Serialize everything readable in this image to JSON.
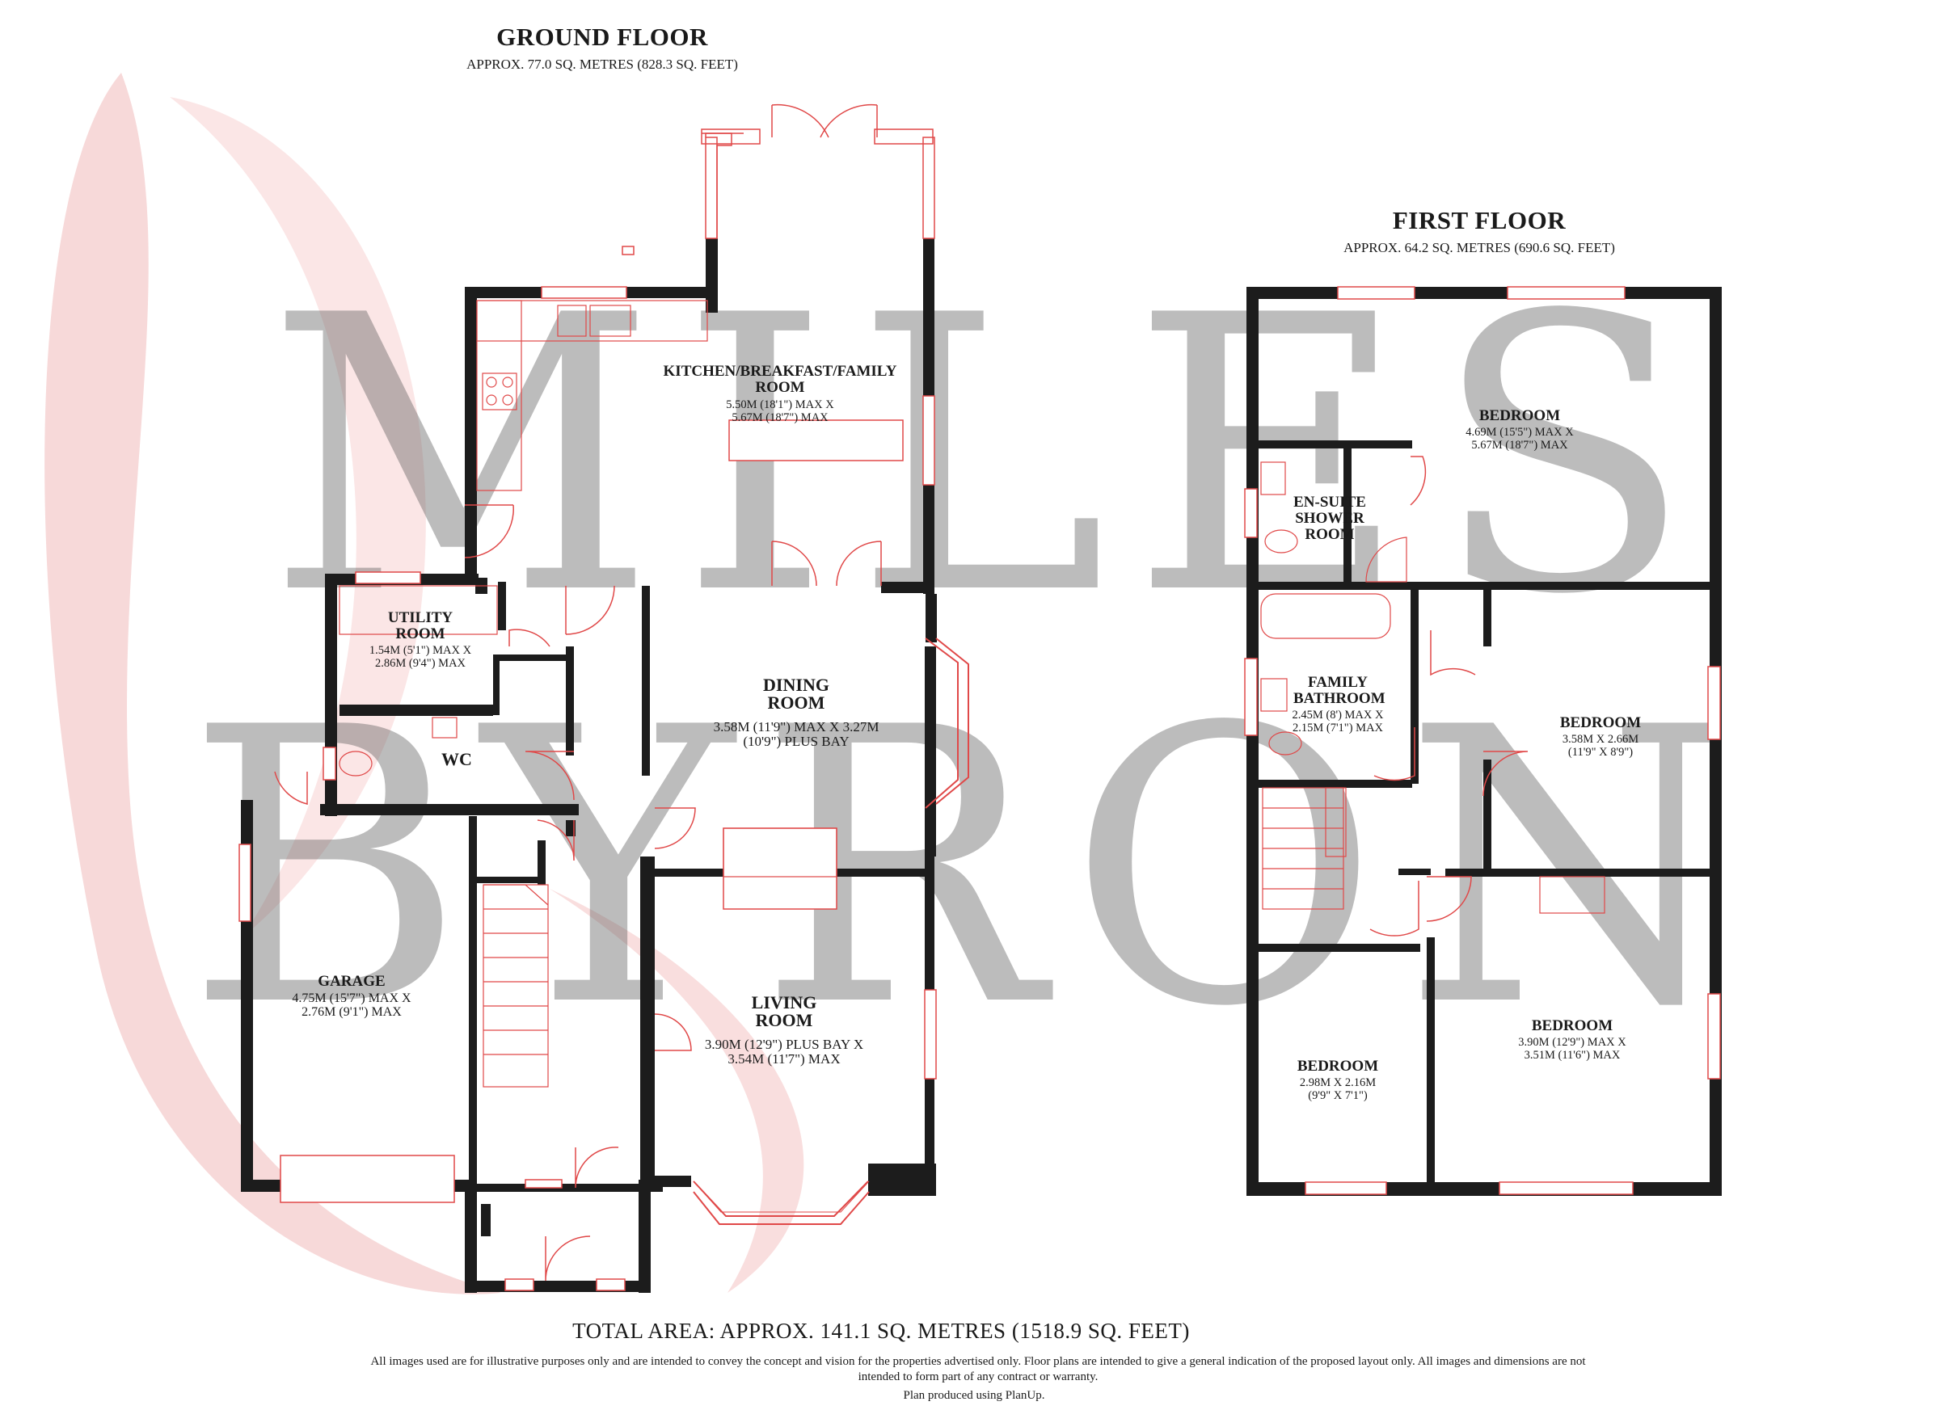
{
  "watermark": {
    "line1": "MILES",
    "line2": "BYRON",
    "accent_color": "#e22b2b",
    "gray_color": "#5f5f5f"
  },
  "ground_floor": {
    "title": "GROUND FLOOR",
    "area": "APPROX. 77.0 SQ. METRES (828.3 SQ. FEET)",
    "rooms": {
      "kitchen": {
        "name": "KITCHEN/BREAKFAST/FAMILY ROOM",
        "dims": "5.50M (18'1\") MAX X 5.67M (18'7\") MAX"
      },
      "utility": {
        "name": "UTILITY ROOM",
        "dims": "1.54M (5'1\") MAX X 2.86M (9'4\") MAX"
      },
      "wc": {
        "name": "WC"
      },
      "dining": {
        "name": "DINING ROOM",
        "dims": "3.58M (11'9\") MAX X 3.27M (10'9\") PLUS BAY"
      },
      "garage": {
        "name": "GARAGE",
        "dims": "4.75M (15'7\") MAX X 2.76M (9'1\") MAX"
      },
      "living": {
        "name": "LIVING ROOM",
        "dims": "3.90M (12'9\") PLUS BAY X 3.54M (11'7\") MAX"
      }
    }
  },
  "first_floor": {
    "title": "FIRST FLOOR",
    "area": "APPROX. 64.2 SQ. METRES (690.6 SQ. FEET)",
    "rooms": {
      "bedroom1": {
        "name": "BEDROOM",
        "dims": "4.69M (15'5\") MAX X 5.67M (18'7\") MAX"
      },
      "ensuite": {
        "name": "EN-SUITE SHOWER ROOM"
      },
      "bathroom": {
        "name": "FAMILY BATHROOM",
        "dims": "2.45M (8') MAX X 2.15M (7'1\") MAX"
      },
      "bedroom2": {
        "name": "BEDROOM",
        "dims": "3.58M X 2.66M (11'9\" X 8'9\")"
      },
      "bedroom3": {
        "name": "BEDROOM",
        "dims": "3.90M (12'9\") MAX X 3.51M (11'6\") MAX"
      },
      "bedroom4": {
        "name": "BEDROOM",
        "dims": "2.98M X 2.16M (9'9\" X 7'1\")"
      }
    }
  },
  "total_area": "TOTAL AREA: APPROX. 141.1 SQ. METRES (1518.9 SQ. FEET)",
  "disclaimer": "All images used are for illustrative purposes only and are intended to convey the concept and vision for the properties advertised only. Floor plans are intended to give a general indication of the proposed layout only. All images and dimensions are not intended to form part of any contract or warranty.",
  "credit": "Plan produced using PlanUp."
}
